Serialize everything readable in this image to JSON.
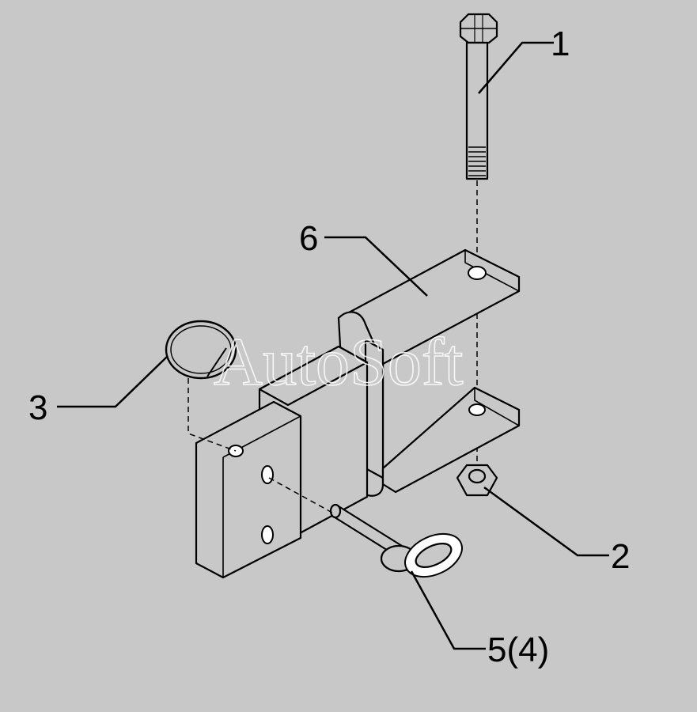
{
  "callouts": {
    "c1": "1",
    "c2": "2",
    "c3": "3",
    "c5": "5(4)",
    "c6": "6"
  },
  "watermark": "AutoSoft"
}
